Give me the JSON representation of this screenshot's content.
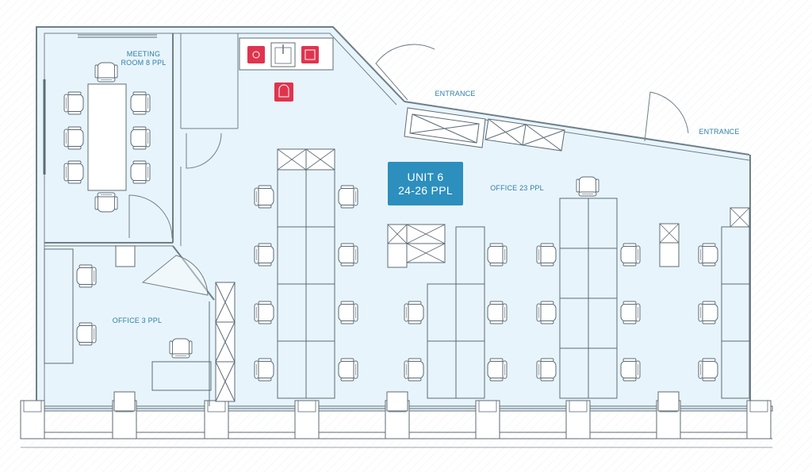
{
  "unit": {
    "name": "UNIT 6",
    "capacity": "24-26 PPL"
  },
  "rooms": {
    "meeting_line1": "MEETING",
    "meeting_line2": "ROOM 8 PPL",
    "office3": "OFFICE 3 PPL",
    "office23": "OFFICE 23 PPL"
  },
  "entrances": {
    "entrance_1": "ENTRANCE",
    "entrance_2": "ENTRANCE"
  },
  "colors": {
    "floor": "#e8f4fb",
    "wall": "#6e7f8a",
    "line": "#5c6b75",
    "label": "#2f7fa6",
    "badge": "#2c8fbe",
    "appliance": "#e0344e"
  },
  "icons": [
    "chair-icon",
    "desk-icon",
    "storage-cabinet-icon",
    "door-swing-icon",
    "hob-icon",
    "sink-icon",
    "oven-icon",
    "kettle-icon"
  ]
}
